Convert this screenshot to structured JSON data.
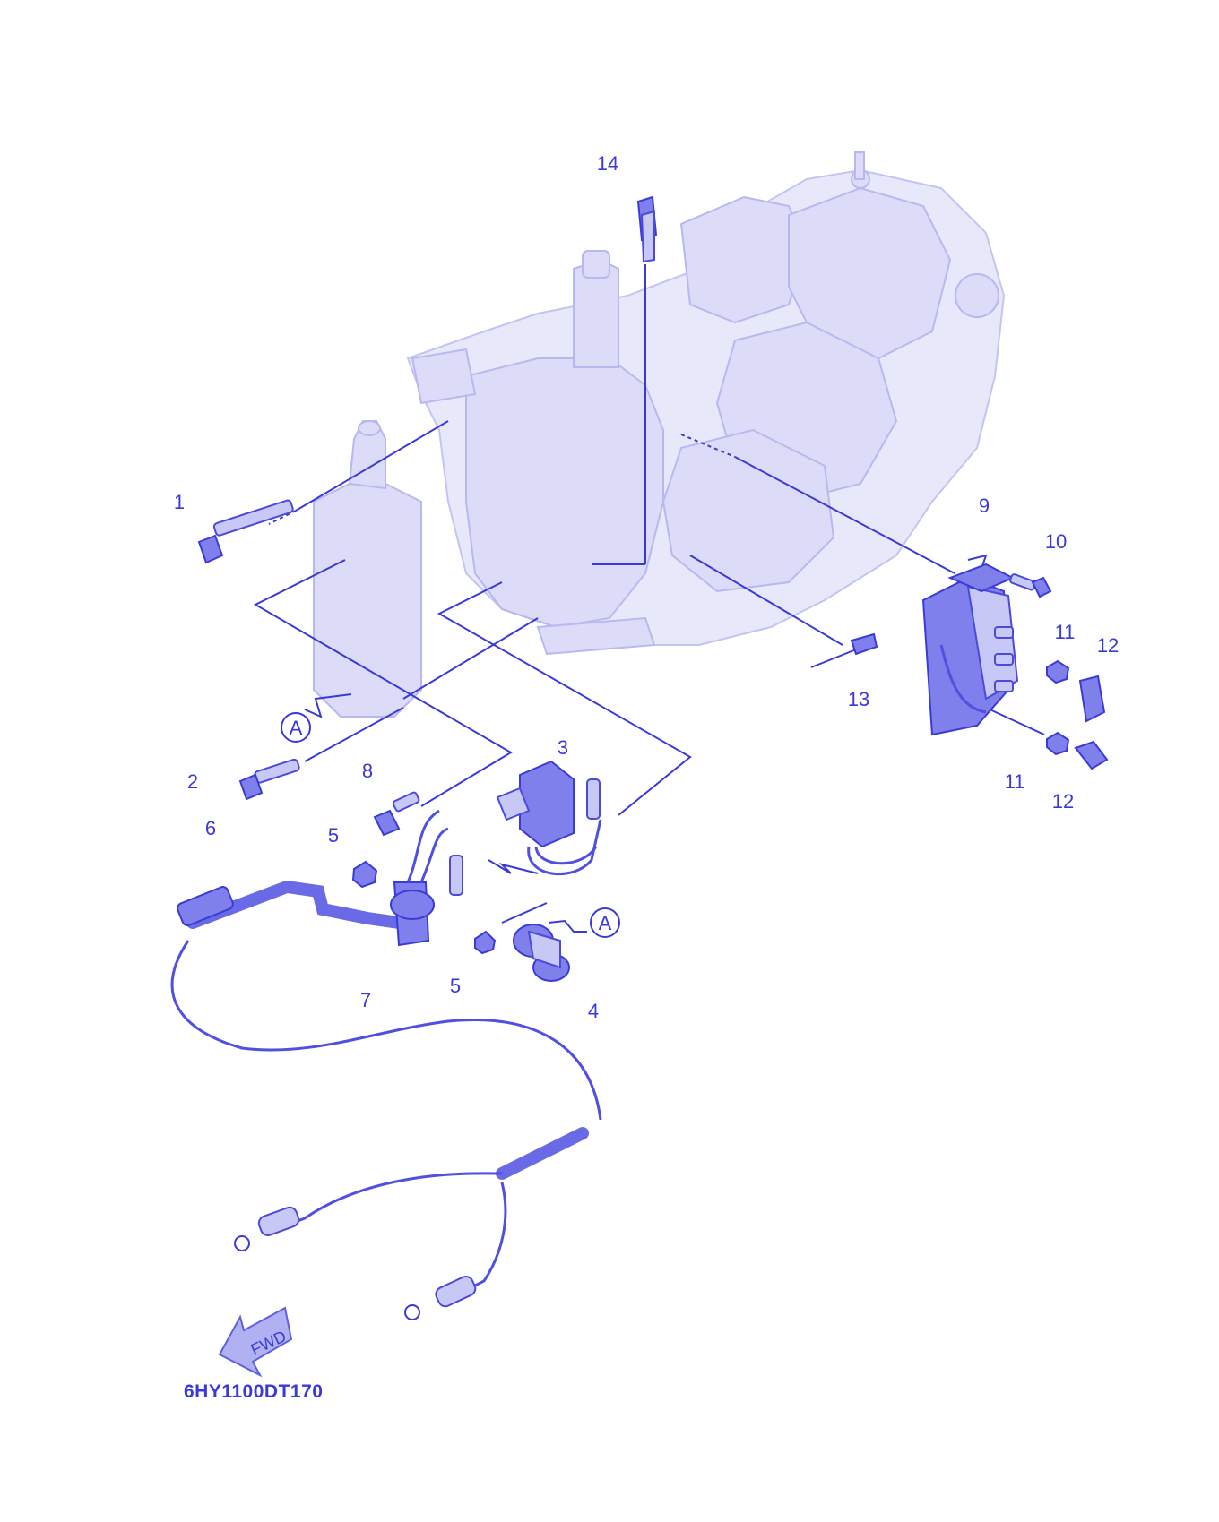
{
  "diagram": {
    "code": "6HY1100DT170",
    "fwd_label": "FWD",
    "reference_mark": "A",
    "callouts": [
      {
        "id": "c1",
        "text": "1"
      },
      {
        "id": "c2",
        "text": "2"
      },
      {
        "id": "c3",
        "text": "3"
      },
      {
        "id": "c4",
        "text": "4"
      },
      {
        "id": "c5a",
        "text": "5"
      },
      {
        "id": "c5b",
        "text": "5"
      },
      {
        "id": "c6",
        "text": "6"
      },
      {
        "id": "c7",
        "text": "7"
      },
      {
        "id": "c8",
        "text": "8"
      },
      {
        "id": "c9",
        "text": "9"
      },
      {
        "id": "c10",
        "text": "10"
      },
      {
        "id": "c11a",
        "text": "11"
      },
      {
        "id": "c11b",
        "text": "11"
      },
      {
        "id": "c12a",
        "text": "12"
      },
      {
        "id": "c12b",
        "text": "12"
      },
      {
        "id": "c13",
        "text": "13"
      },
      {
        "id": "c14",
        "text": "14"
      }
    ]
  },
  "colors": {
    "line": "#3a3ad8",
    "ghost_fill": "#dcdcf8",
    "background": "#ffffff"
  }
}
